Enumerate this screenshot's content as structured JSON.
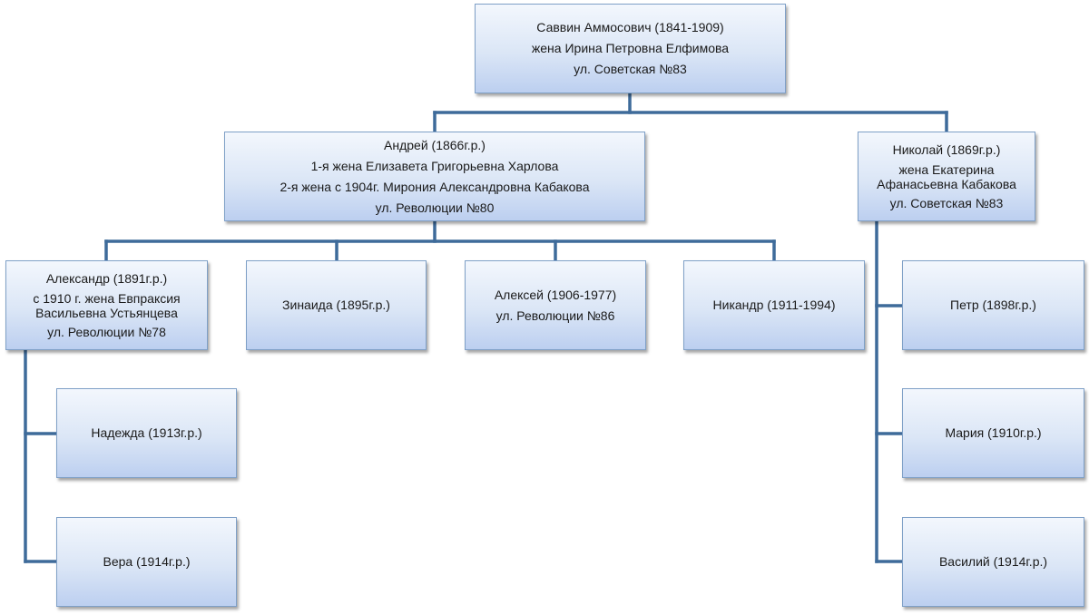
{
  "nodes": {
    "root": [
      "Саввин Аммосович (1841-1909)",
      "жена Ирина Петровна Елфимова",
      "ул. Советская №83"
    ],
    "andrey": [
      "Андрей (1866г.р.)",
      "1-я жена Елизавета Григорьевна Харлова",
      "2-я жена с 1904г. Мирония Александровна Кабакова",
      "ул. Революции №80"
    ],
    "nikolay": [
      "Николай (1869г.р.)",
      "жена Екатерина Афанасьевна Кабакова",
      "ул. Советская №83"
    ],
    "aleksandr": [
      "Александр (1891г.р.)",
      "с 1910 г. жена Евпраксия Васильевна Устьянцева",
      "ул. Революции №78"
    ],
    "zinaida": [
      "Зинаида (1895г.р.)"
    ],
    "aleksey": [
      "Алексей (1906-1977)",
      "ул. Революции №86"
    ],
    "nikandr": [
      "Никандр (1911-1994)"
    ],
    "petr": [
      "Петр (1898г.р.)"
    ],
    "nadezhda": [
      "Надежда (1913г.р.)"
    ],
    "mariya": [
      "Мария (1910г.р.)"
    ],
    "vera": [
      "Вера (1914г.р.)"
    ],
    "vasiliy": [
      "Василий (1914г.р.)"
    ]
  },
  "colors": {
    "connector": "#3e6b9a",
    "box_border": "#7fa0c7",
    "box_fill_top": "#f3f7fd",
    "box_fill_bottom": "#bccff0"
  }
}
